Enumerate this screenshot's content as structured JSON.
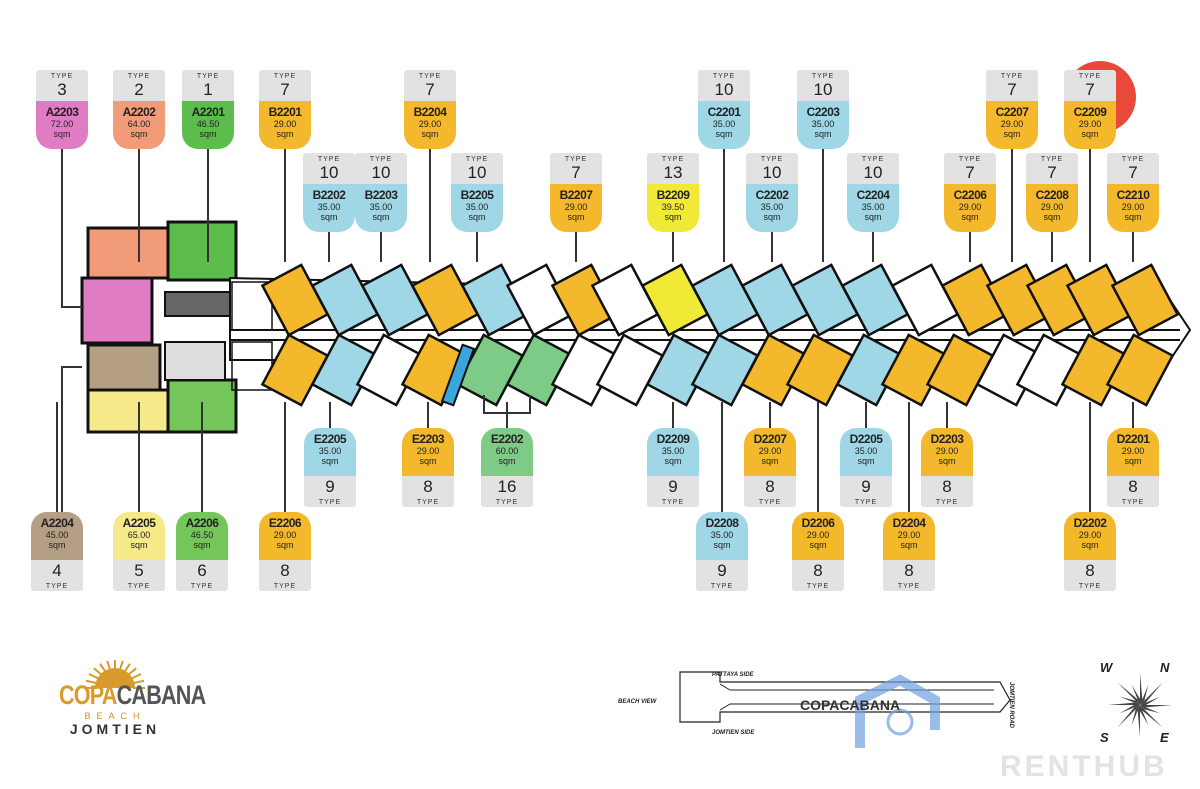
{
  "type_label": "TYPE",
  "area_unit": "sqm",
  "top_units": [
    {
      "id": "A2203",
      "area": "72.00",
      "type": "3",
      "color": "#e07cc4"
    },
    {
      "id": "A2202",
      "area": "64.00",
      "type": "2",
      "color": "#f29b78"
    },
    {
      "id": "A2201",
      "area": "46.50",
      "type": "1",
      "color": "#5cbd4c"
    },
    {
      "id": "B2201",
      "area": "29.00",
      "type": "7",
      "color": "#f4b82c"
    },
    {
      "id": "B2204",
      "area": "29.00",
      "type": "7",
      "color": "#f4b82c"
    },
    {
      "id": "C2201",
      "area": "35.00",
      "type": "10",
      "color": "#9fd7e6"
    },
    {
      "id": "C2203",
      "area": "35.00",
      "type": "10",
      "color": "#9fd7e6"
    },
    {
      "id": "C2207",
      "area": "29.00",
      "type": "7",
      "color": "#f4b82c"
    },
    {
      "id": "C2209",
      "area": "29.00",
      "type": "7",
      "color": "#f4b82c"
    },
    {
      "id": "B2202",
      "area": "35.00",
      "type": "10",
      "color": "#9fd7e6"
    },
    {
      "id": "B2203",
      "area": "35.00",
      "type": "10",
      "color": "#9fd7e6"
    },
    {
      "id": "B2205",
      "area": "35.00",
      "type": "10",
      "color": "#9fd7e6"
    },
    {
      "id": "B2207",
      "area": "29.00",
      "type": "7",
      "color": "#f4b82c"
    },
    {
      "id": "B2209",
      "area": "39.50",
      "type": "13",
      "color": "#f0ea36"
    },
    {
      "id": "C2202",
      "area": "35.00",
      "type": "10",
      "color": "#9fd7e6"
    },
    {
      "id": "C2204",
      "area": "35.00",
      "type": "10",
      "color": "#9fd7e6"
    },
    {
      "id": "C2206",
      "area": "29.00",
      "type": "7",
      "color": "#f4b82c"
    },
    {
      "id": "C2208",
      "area": "29.00",
      "type": "7",
      "color": "#f4b82c"
    },
    {
      "id": "C2210",
      "area": "29.00",
      "type": "7",
      "color": "#f4b82c"
    }
  ],
  "bottom_units": [
    {
      "id": "E2205",
      "area": "35.00",
      "type": "9",
      "color": "#9fd7e6"
    },
    {
      "id": "E2203",
      "area": "29.00",
      "type": "8",
      "color": "#f4b82c"
    },
    {
      "id": "E2202",
      "area": "60.00",
      "type": "16",
      "color": "#7dcb86"
    },
    {
      "id": "D2209",
      "area": "35.00",
      "type": "9",
      "color": "#9fd7e6"
    },
    {
      "id": "D2207",
      "area": "29.00",
      "type": "8",
      "color": "#f4b82c"
    },
    {
      "id": "D2205",
      "area": "35.00",
      "type": "9",
      "color": "#9fd7e6"
    },
    {
      "id": "D2203",
      "area": "29.00",
      "type": "8",
      "color": "#f4b82c"
    },
    {
      "id": "D2201",
      "area": "29.00",
      "type": "8",
      "color": "#f4b82c"
    },
    {
      "id": "A2204",
      "area": "45.00",
      "type": "4",
      "color": "#b59f84"
    },
    {
      "id": "A2205",
      "area": "65.00",
      "type": "5",
      "color": "#f6e98a"
    },
    {
      "id": "A2206",
      "area": "46.50",
      "type": "6",
      "color": "#74c65a"
    },
    {
      "id": "E2206",
      "area": "29.00",
      "type": "8",
      "color": "#f4b82c"
    },
    {
      "id": "D2208",
      "area": "35.00",
      "type": "9",
      "color": "#9fd7e6"
    },
    {
      "id": "D2206",
      "area": "29.00",
      "type": "8",
      "color": "#f4b82c"
    },
    {
      "id": "D2204",
      "area": "29.00",
      "type": "8",
      "color": "#f4b82c"
    },
    {
      "id": "D2202",
      "area": "29.00",
      "type": "8",
      "color": "#f4b82c"
    }
  ],
  "logo": {
    "copa": "COPA",
    "cabana": "CABANA",
    "beach": "BEACH",
    "jomtien": "JOMTIEN",
    "brand_color": "#d99a2b"
  },
  "key_map": {
    "pattaya_side": "PATTAYA SIDE",
    "beach_view": "BEACH VIEW",
    "name": "COPACABANA",
    "jomtien_side": "JOMTIEN SIDE",
    "road": "JOMTIEN ROAD"
  },
  "compass": {
    "n": "N",
    "e": "E",
    "s": "S",
    "w": "W"
  },
  "watermark": "RENTHUB"
}
